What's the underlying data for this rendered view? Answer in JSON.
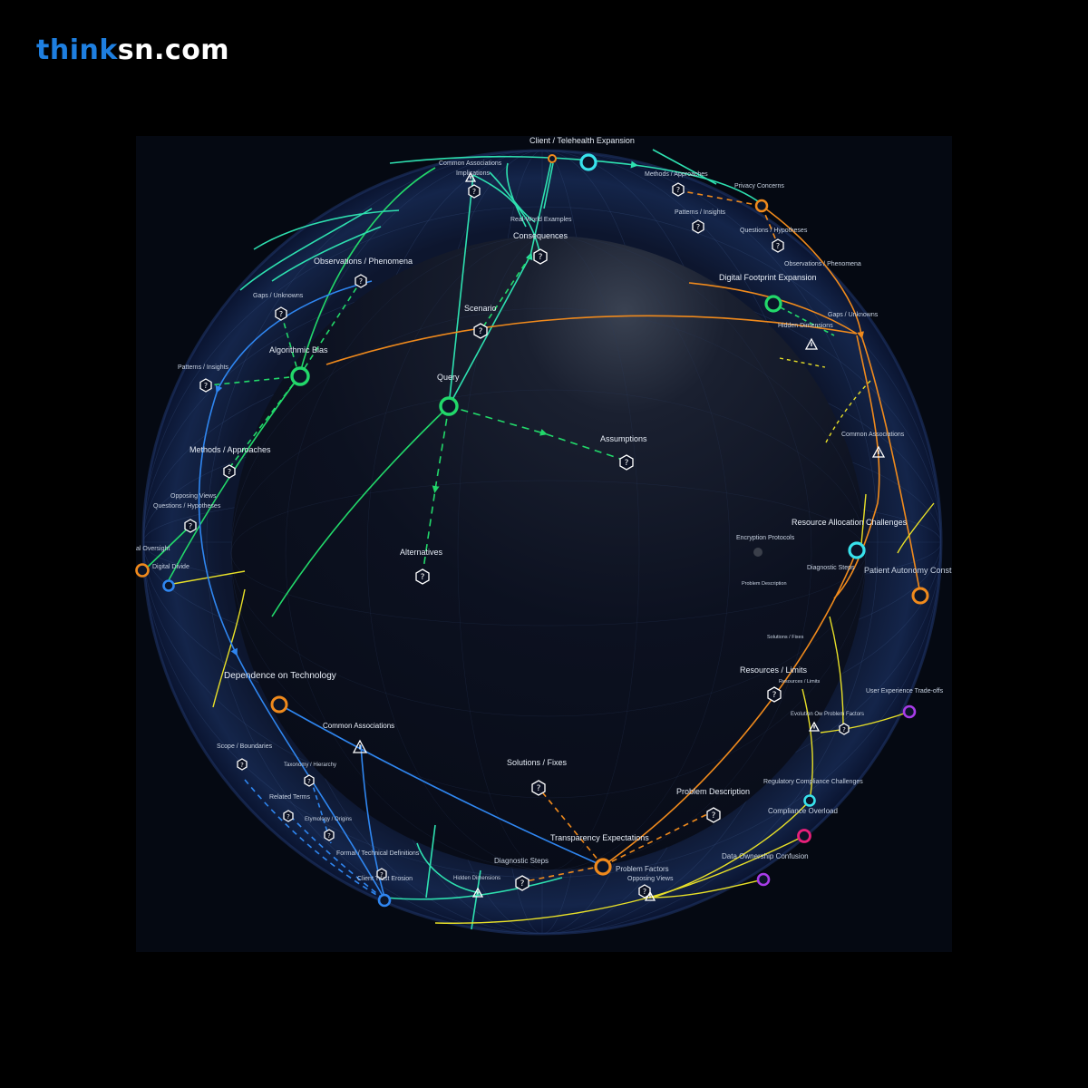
{
  "brand": {
    "part1": "think",
    "part2": "sn.com"
  },
  "colors": {
    "green": "#22d86a",
    "teal": "#2ee0b0",
    "orange": "#f08a1c",
    "yellow": "#e8e028",
    "blue": "#2f86f0",
    "cyan": "#38e2ec",
    "magenta": "#e8207a",
    "purple": "#a83ce8"
  },
  "nodes": {
    "telehealth": "Client / Telehealth Expansion",
    "common_assoc_top": "Common Associations",
    "implications": "Implications",
    "methods_top": "Methods / Approaches",
    "privacy": "Privacy Concerns",
    "patterns_top": "Patterns / Insights",
    "real_world": "Real-World Examples",
    "consequences": "Consequences",
    "questions_top": "Questions / Hypotheses",
    "observations_right": "Observations / Phenomena",
    "observations_left": "Observations / Phenomena",
    "digital_footprint": "Digital Footprint Expansion",
    "gaps_left": "Gaps / Unknowns",
    "gaps_right": "Gaps / Unknowns",
    "hidden_dimensions_right": "Hidden Dimensions",
    "scenario": "Scenario",
    "algorithmic_bias": "Algorithmic Bias",
    "query": "Query",
    "patterns_left": "Patterns / Insights",
    "assumptions": "Assumptions",
    "common_assoc_right": "Common Associations",
    "methods_left": "Methods / Approaches",
    "opposing_left": "Opposing Views",
    "questions_left": "Questions / Hypotheses",
    "oversight": "al Oversight",
    "digital_divide": "Digital Divide",
    "alternatives": "Alternatives",
    "resource_alloc": "Resource Allocation Challenges",
    "encryption": "Encryption Protocols",
    "diagnostic_right": "Diagnostic Steps",
    "patient_autonomy": "Patient Autonomy Const",
    "problem_desc_small": "Problem Description",
    "solutions_small": "Solutions / Fixes",
    "dependence": "Dependence on Technology",
    "resources_limits": "Resources / Limits",
    "resources_limits_small": "Resources / Limits",
    "ux_tradeoffs": "User Experience Trade-offs",
    "evolution_problem": "Evolution Ow Problem Factors",
    "common_assoc_bottom": "Common Associations",
    "scope": "Scope / Boundaries",
    "taxonomy": "Taxonomy / Hierarchy",
    "solutions_fixes": "Solutions / Fixes",
    "regulatory": "Regulatory Compliance Challenges",
    "related_terms": "Related Terms",
    "problem_description": "Problem Description",
    "compliance_overload": "Compliance Overload",
    "etymology": "Etymology / Origins",
    "formal_defs": "Formal / Technical Definitions",
    "transparency": "Transparency Expectations",
    "diagnostic_bottom": "Diagnostic Steps",
    "data_ownership": "Data Ownership Confusion",
    "problem_factors": "Problem Factors",
    "client_trust": "Client Trust Erosion",
    "hidden_dimensions_bottom": "Hidden Dimensions",
    "opposing_bottom": "Opposing Views"
  }
}
